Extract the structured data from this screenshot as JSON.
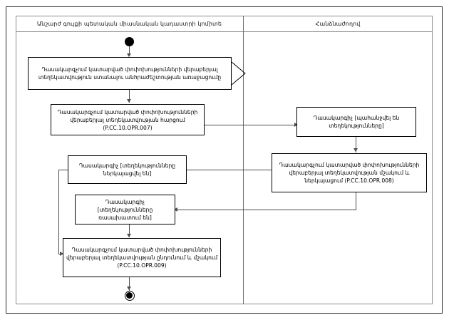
{
  "diagram": {
    "type": "uml-activity-diagram",
    "lanes": [
      {
        "id": "left",
        "title": "Անշարժ գույքի պետական միասնական կադաստրի կոմիտե"
      },
      {
        "id": "right",
        "title": "Հանձնաժողով"
      }
    ],
    "nodes": [
      {
        "id": "start",
        "kind": "initial-node",
        "lane": "left",
        "label": ""
      },
      {
        "id": "a1",
        "kind": "action-send-signal",
        "lane": "left",
        "lines": [
          "Դասակարգչում կատարված փոփոխությունների վերաբերյալ",
          "տեղեկատվություն ստանալու անհրաժեշտության առաջացումը"
        ]
      },
      {
        "id": "a2",
        "kind": "action",
        "lane": "left",
        "lines": [
          "Դասակարգչում կատարված փոփոխությունների",
          "վերաբերյալ տեղեկատվության հարցում",
          "(P.CC.10.OPR.007)"
        ]
      },
      {
        "id": "b1",
        "kind": "state",
        "lane": "right",
        "lines": [
          "Դասակարգիչ [պահանջվել են",
          "տեղեկությունները]"
        ]
      },
      {
        "id": "b2",
        "kind": "action",
        "lane": "right",
        "lines": [
          "Դասակարգչում կատարված փոփոխությունների",
          "վերաբերյալ տեղեկատվության մշակում և",
          "ներկայացում (P.CC.10.OPR.008)"
        ]
      },
      {
        "id": "a3",
        "kind": "state",
        "lane": "left",
        "lines": [
          "Դասակարգիչ [տեղեկությունները",
          "ներկայացվել են]"
        ]
      },
      {
        "id": "a4",
        "kind": "state",
        "lane": "left",
        "lines": [
          "Դասակարգիչ",
          "[տեղեկությունները",
          "ռասախատում են]"
        ]
      },
      {
        "id": "a5",
        "kind": "action",
        "lane": "left",
        "lines": [
          "Դասակարգչում կատարված փոփոխությունների",
          "վերաբերյալ տեղեկատվության ընդունում և մշակում",
          "(P.CC.10.OPR.009)"
        ]
      },
      {
        "id": "end",
        "kind": "final-node",
        "lane": "left",
        "label": ""
      }
    ],
    "colors": {
      "node_border": "#000000",
      "edge": "#4d4d4d",
      "lane_border": "#8d8d8d",
      "frame": "#2b2b2b",
      "background": "#ffffff"
    }
  }
}
